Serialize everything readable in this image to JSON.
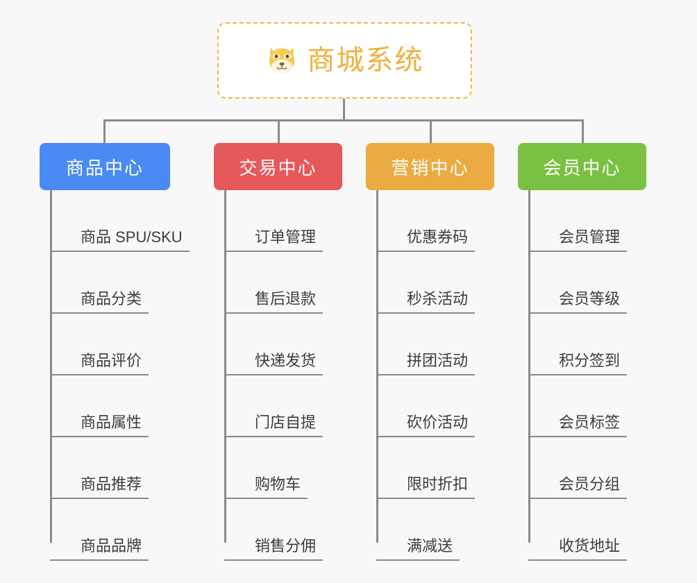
{
  "background_color": "#f8f8f8",
  "root": {
    "icon": "shiba-dog-face-icon",
    "title": "商城系统",
    "text_color": "#f0b03c",
    "border_color": "#f2b544"
  },
  "connector_color": "#8a8a8a",
  "columns": [
    {
      "id": "product-center",
      "label": "商品中心",
      "color": "#4a8af4",
      "items": [
        "商品 SPU/SKU",
        "商品分类",
        "商品评价",
        "商品属性",
        "商品推荐",
        "商品品牌"
      ]
    },
    {
      "id": "trade-center",
      "label": "交易中心",
      "color": "#e5595a",
      "items": [
        "订单管理",
        "售后退款",
        "快递发货",
        "门店自提",
        "购物车",
        "销售分佣"
      ]
    },
    {
      "id": "marketing-center",
      "label": "营销中心",
      "color": "#eaac42",
      "items": [
        "优惠券码",
        "秒杀活动",
        "拼团活动",
        "砍价活动",
        "限时折扣",
        "满减送"
      ]
    },
    {
      "id": "member-center",
      "label": "会员中心",
      "color": "#7ac143",
      "items": [
        "会员管理",
        "会员等级",
        "积分签到",
        "会员标签",
        "会员分组",
        "收货地址"
      ]
    }
  ]
}
